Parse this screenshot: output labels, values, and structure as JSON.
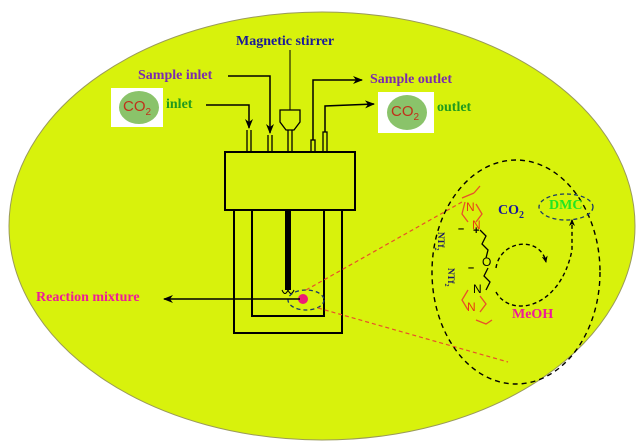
{
  "colors": {
    "background_ellipse": "#d8f20c",
    "ellipse_border": "#9a9a5a",
    "stirrer_label": "#1a1a99",
    "sample_label": "#7a2ab0",
    "gas_label": "#1f9a1f",
    "reaction_label": "#ee1a99",
    "co2_badge": "#8ac36a",
    "co2_text": "#c0301a",
    "zoom_line": "#e8502a",
    "dmc": "#22e622",
    "meoh": "#ee1a99",
    "co2_cycle": "#1a1a99",
    "imidazolium": "#e83a10",
    "anion": "#1a1a66",
    "droplet": "#ee1a77"
  },
  "labels": {
    "magnetic_stirrer": "Magnetic stirrer",
    "sample_inlet": "Sample inlet",
    "sample_outlet": "Sample outlet",
    "co2_inlet_badge_main": "CO",
    "co2_inlet_badge_sub": "2",
    "co2_inlet": "inlet",
    "co2_outlet_badge_main": "CO",
    "co2_outlet_badge_sub": "2",
    "co2_outlet": "outlet",
    "reaction_mixture": "Reaction mixture"
  },
  "catalyst_cycle": {
    "reactant_co2_main": "CO",
    "reactant_co2_sub": "2",
    "reactant_meoh": "MeOH",
    "product": "DMC",
    "anion_top": "NTf",
    "anion_sub": "2",
    "anion_bottom": "NTf",
    "anion_bottom_sub": "2",
    "charge_minus": "–",
    "charge_plus": "+",
    "atom_n": "N",
    "atom_o": "O"
  }
}
